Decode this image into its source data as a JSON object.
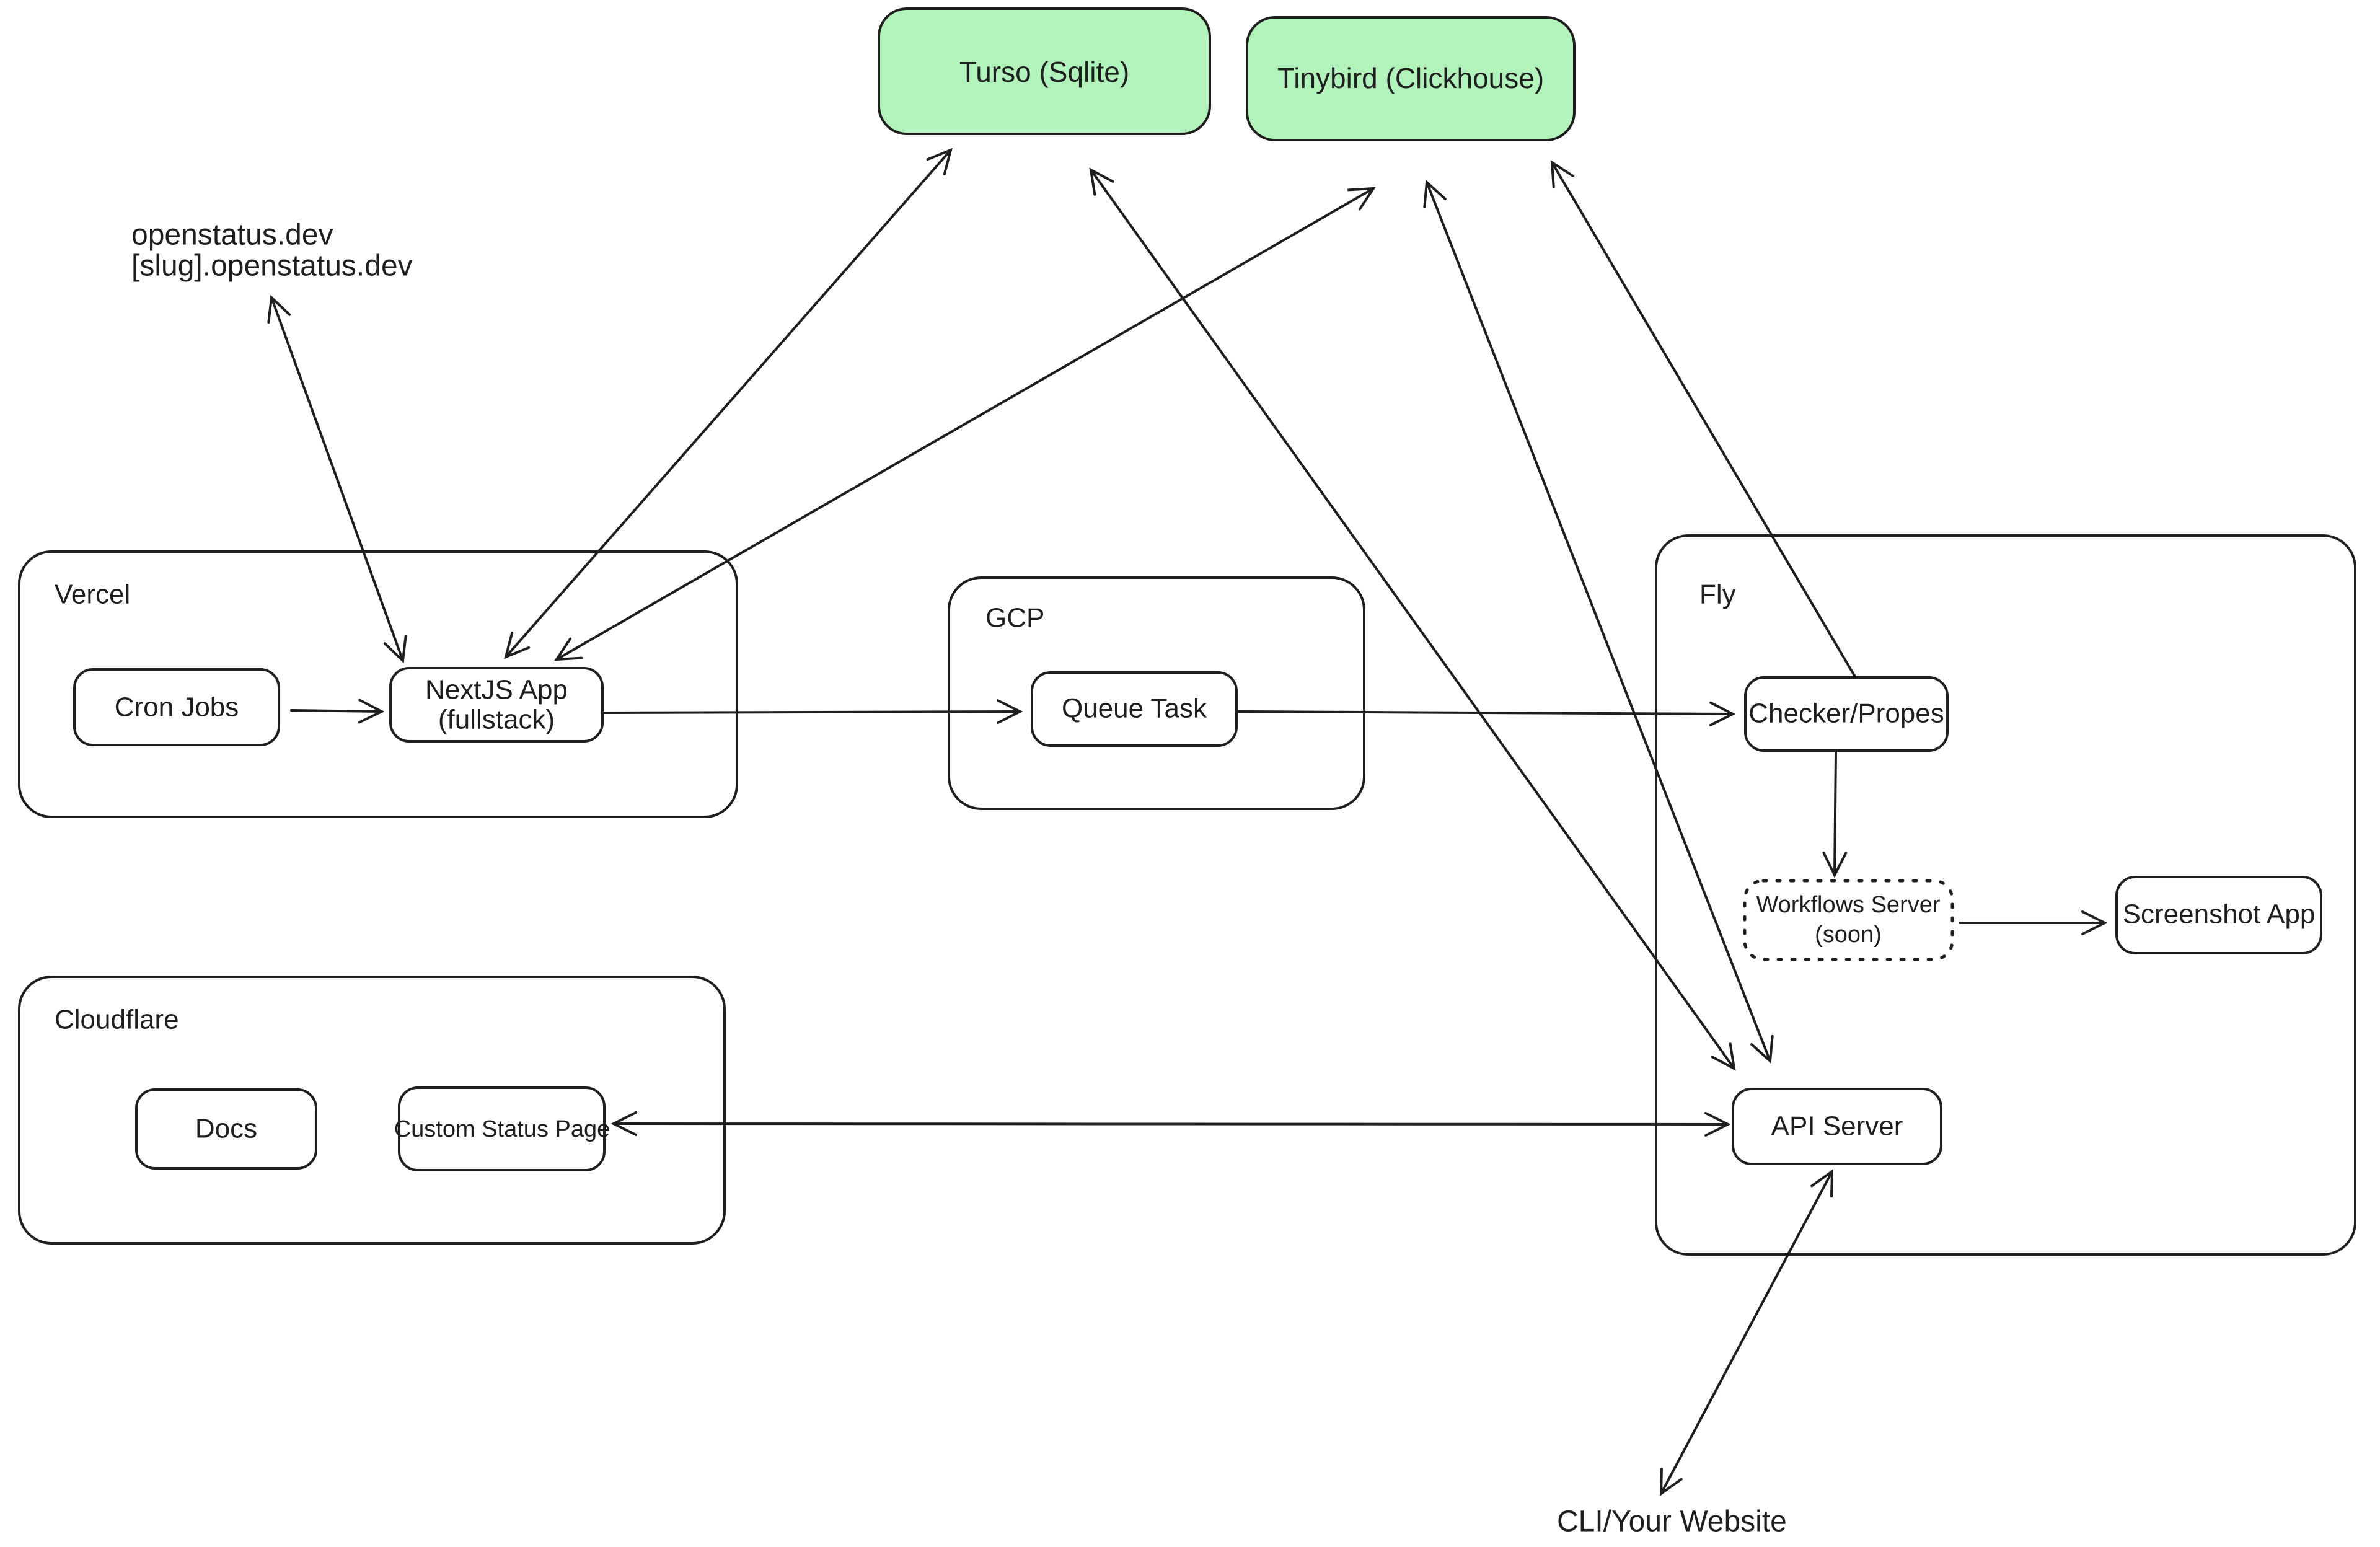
{
  "diagram": {
    "background": "#ffffff",
    "stroke_color": "#1e1e1e",
    "database_fill": "#b2f2bb",
    "databases": {
      "turso": {
        "label": "Turso (Sqlite)"
      },
      "tinybird": {
        "label": "Tinybird (Clickhouse)"
      }
    },
    "groups": {
      "vercel": {
        "label": "Vercel"
      },
      "gcp": {
        "label": "GCP"
      },
      "fly": {
        "label": "Fly"
      },
      "cloudflare": {
        "label": "Cloudflare"
      }
    },
    "nodes": {
      "cron_jobs": {
        "label": "Cron Jobs"
      },
      "nextjs_app": {
        "line1": "NextJS App",
        "line2": "(fullstack)"
      },
      "queue_task": {
        "label": "Queue Task"
      },
      "checker": {
        "label": "Checker/Propes"
      },
      "workflows_server": {
        "line1": "Workflows Server",
        "line2": "(soon)"
      },
      "screenshot_app": {
        "label": "Screenshot App"
      },
      "api_server": {
        "label": "API Server"
      },
      "docs": {
        "label": "Docs"
      },
      "custom_status_page": {
        "label": "Custom Status Page"
      }
    },
    "annotations": {
      "domains_line1": "openstatus.dev",
      "domains_line2": "[slug].openstatus.dev",
      "cli": "CLI/Your Website"
    },
    "connections": [
      {
        "from": "cron_jobs",
        "to": "nextjs_app",
        "bidirectional": false
      },
      {
        "from": "nextjs_app",
        "to": "openstatus_domains",
        "bidirectional": true
      },
      {
        "from": "nextjs_app",
        "to": "turso",
        "bidirectional": true
      },
      {
        "from": "nextjs_app",
        "to": "tinybird",
        "bidirectional": true
      },
      {
        "from": "nextjs_app",
        "to": "queue_task",
        "bidirectional": false
      },
      {
        "from": "queue_task",
        "to": "checker",
        "bidirectional": false
      },
      {
        "from": "checker",
        "to": "tinybird",
        "bidirectional": false
      },
      {
        "from": "turso",
        "to": "api_server",
        "bidirectional": true
      },
      {
        "from": "tinybird",
        "to": "api_server",
        "bidirectional": true
      },
      {
        "from": "checker",
        "to": "workflows_server",
        "bidirectional": false
      },
      {
        "from": "workflows_server",
        "to": "screenshot_app",
        "bidirectional": false
      },
      {
        "from": "api_server",
        "to": "custom_status_page",
        "bidirectional": true
      },
      {
        "from": "api_server",
        "to": "cli_your_website",
        "bidirectional": true
      }
    ]
  }
}
